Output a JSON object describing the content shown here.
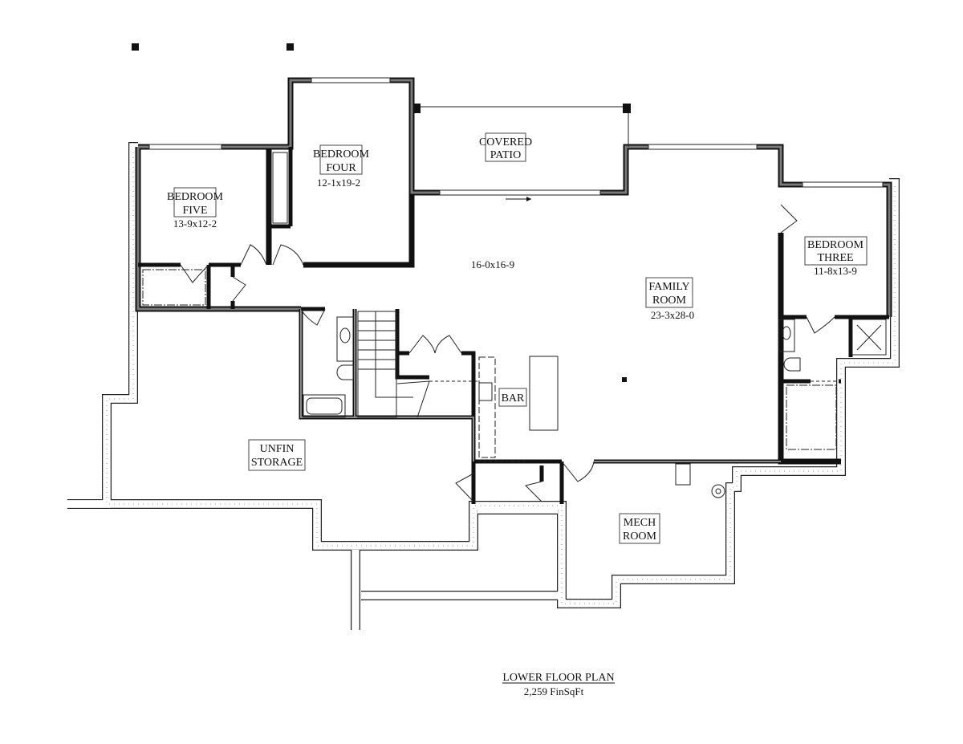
{
  "rooms": {
    "bedroom_five": {
      "line1": "BEDROOM",
      "line2": "FIVE",
      "dims": "13-9x12-2"
    },
    "bedroom_four": {
      "line1": "BEDROOM",
      "line2": "FOUR",
      "dims": "12-1x19-2"
    },
    "covered_patio": {
      "line1": "COVERED",
      "line2": "PATIO"
    },
    "hall_area": {
      "dims": "16-0x16-9"
    },
    "family_room": {
      "line1": "FAMILY",
      "line2": "ROOM",
      "dims": "23-3x28-0"
    },
    "bedroom_three": {
      "line1": "BEDROOM",
      "line2": "THREE",
      "dims": "11-8x13-9"
    },
    "bar": {
      "line1": "BAR"
    },
    "unfin_storage": {
      "line1": "UNFIN",
      "line2": "STORAGE"
    },
    "mech_room": {
      "line1": "MECH",
      "line2": "ROOM"
    }
  },
  "plan": {
    "title": "LOWER FLOOR PLAN",
    "subtitle": "2,259 FinSqFt"
  }
}
